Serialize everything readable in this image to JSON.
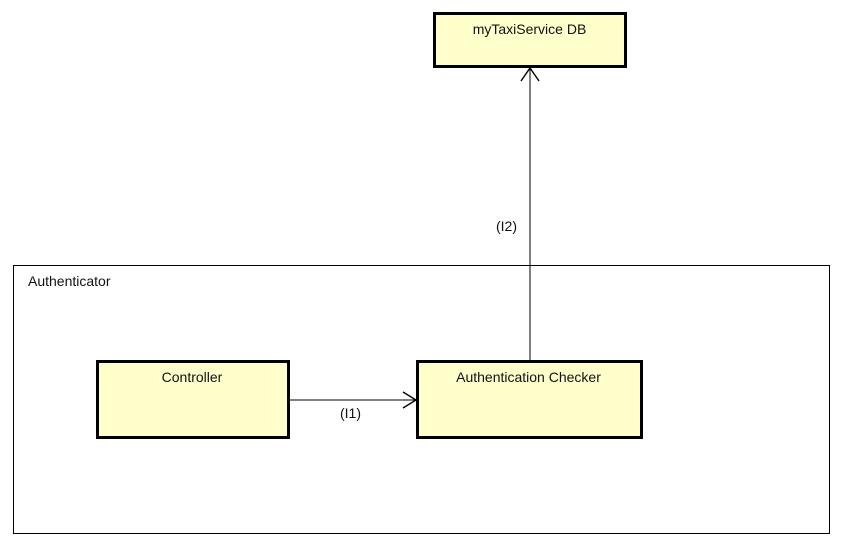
{
  "diagram": {
    "container": {
      "label": "Authenticator"
    },
    "nodes": {
      "database": {
        "label": "myTaxiService DB"
      },
      "controller": {
        "label": "Controller"
      },
      "checker": {
        "label": "Authentication Checker"
      }
    },
    "edges": {
      "checker_to_db": {
        "label": "(I2)"
      },
      "controller_to_checker": {
        "label": "(I1)"
      }
    }
  },
  "colors": {
    "box_fill": "#ffffcc",
    "stroke": "#000000"
  }
}
